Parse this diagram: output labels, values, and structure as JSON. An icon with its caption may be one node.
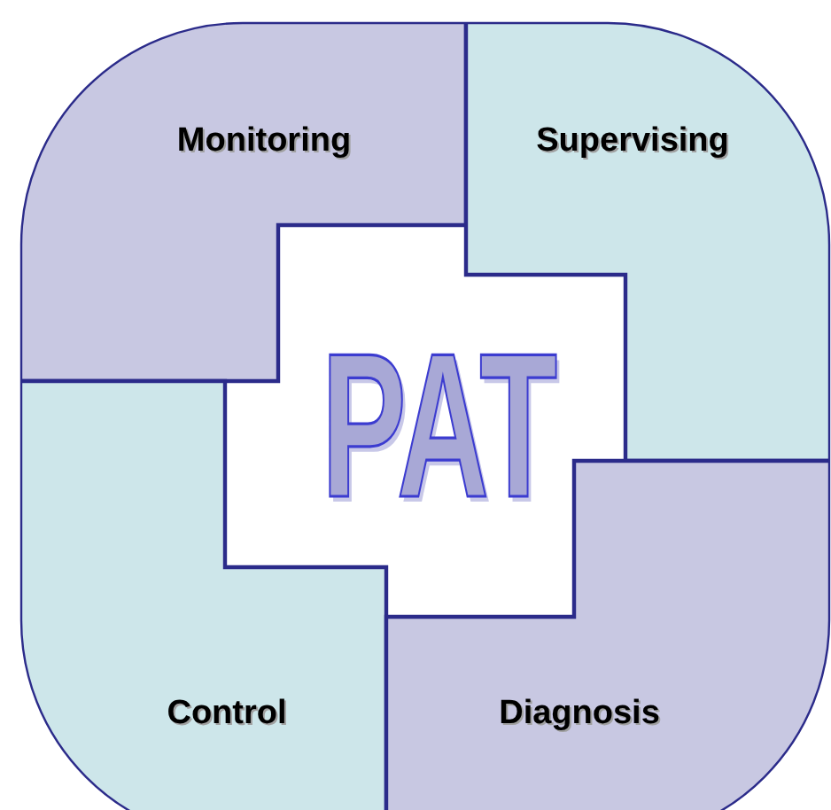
{
  "diagram": {
    "nodes": [
      {
        "text": [
          "Monitoring"
        ]
      },
      {
        "text": [
          "Supervising"
        ]
      },
      {
        "text": [
          "Control"
        ]
      },
      {
        "text": [
          "Diagnosis"
        ]
      }
    ],
    "labels": [
      "PAT"
    ]
  }
}
